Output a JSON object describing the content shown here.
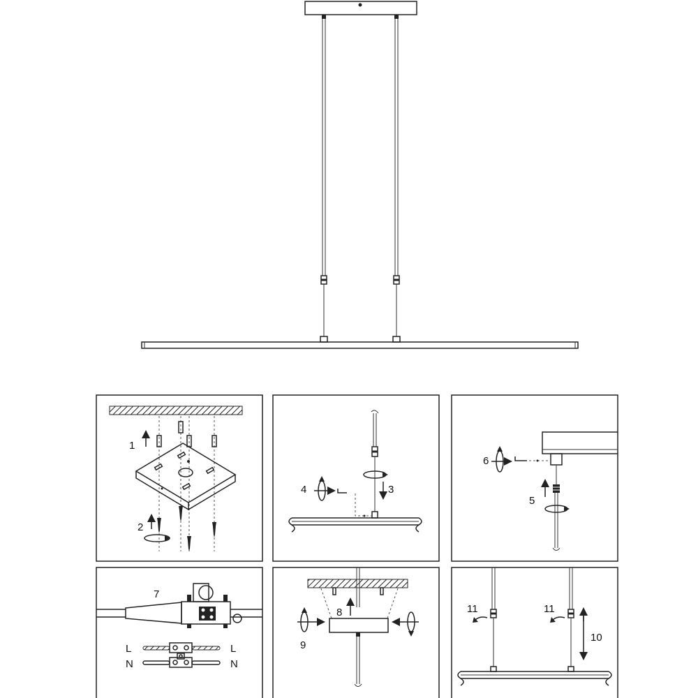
{
  "steps": {
    "s1": "1",
    "s2": "2",
    "s3": "3",
    "s4": "4",
    "s5": "5",
    "s6": "6",
    "s7": "7",
    "s8": "8",
    "s9": "9",
    "s10": "10",
    "s11a": "11",
    "s11b": "11"
  },
  "wiring": {
    "live_left": "L",
    "live_right": "L",
    "neutral_left": "N",
    "neutral_right": "N"
  }
}
